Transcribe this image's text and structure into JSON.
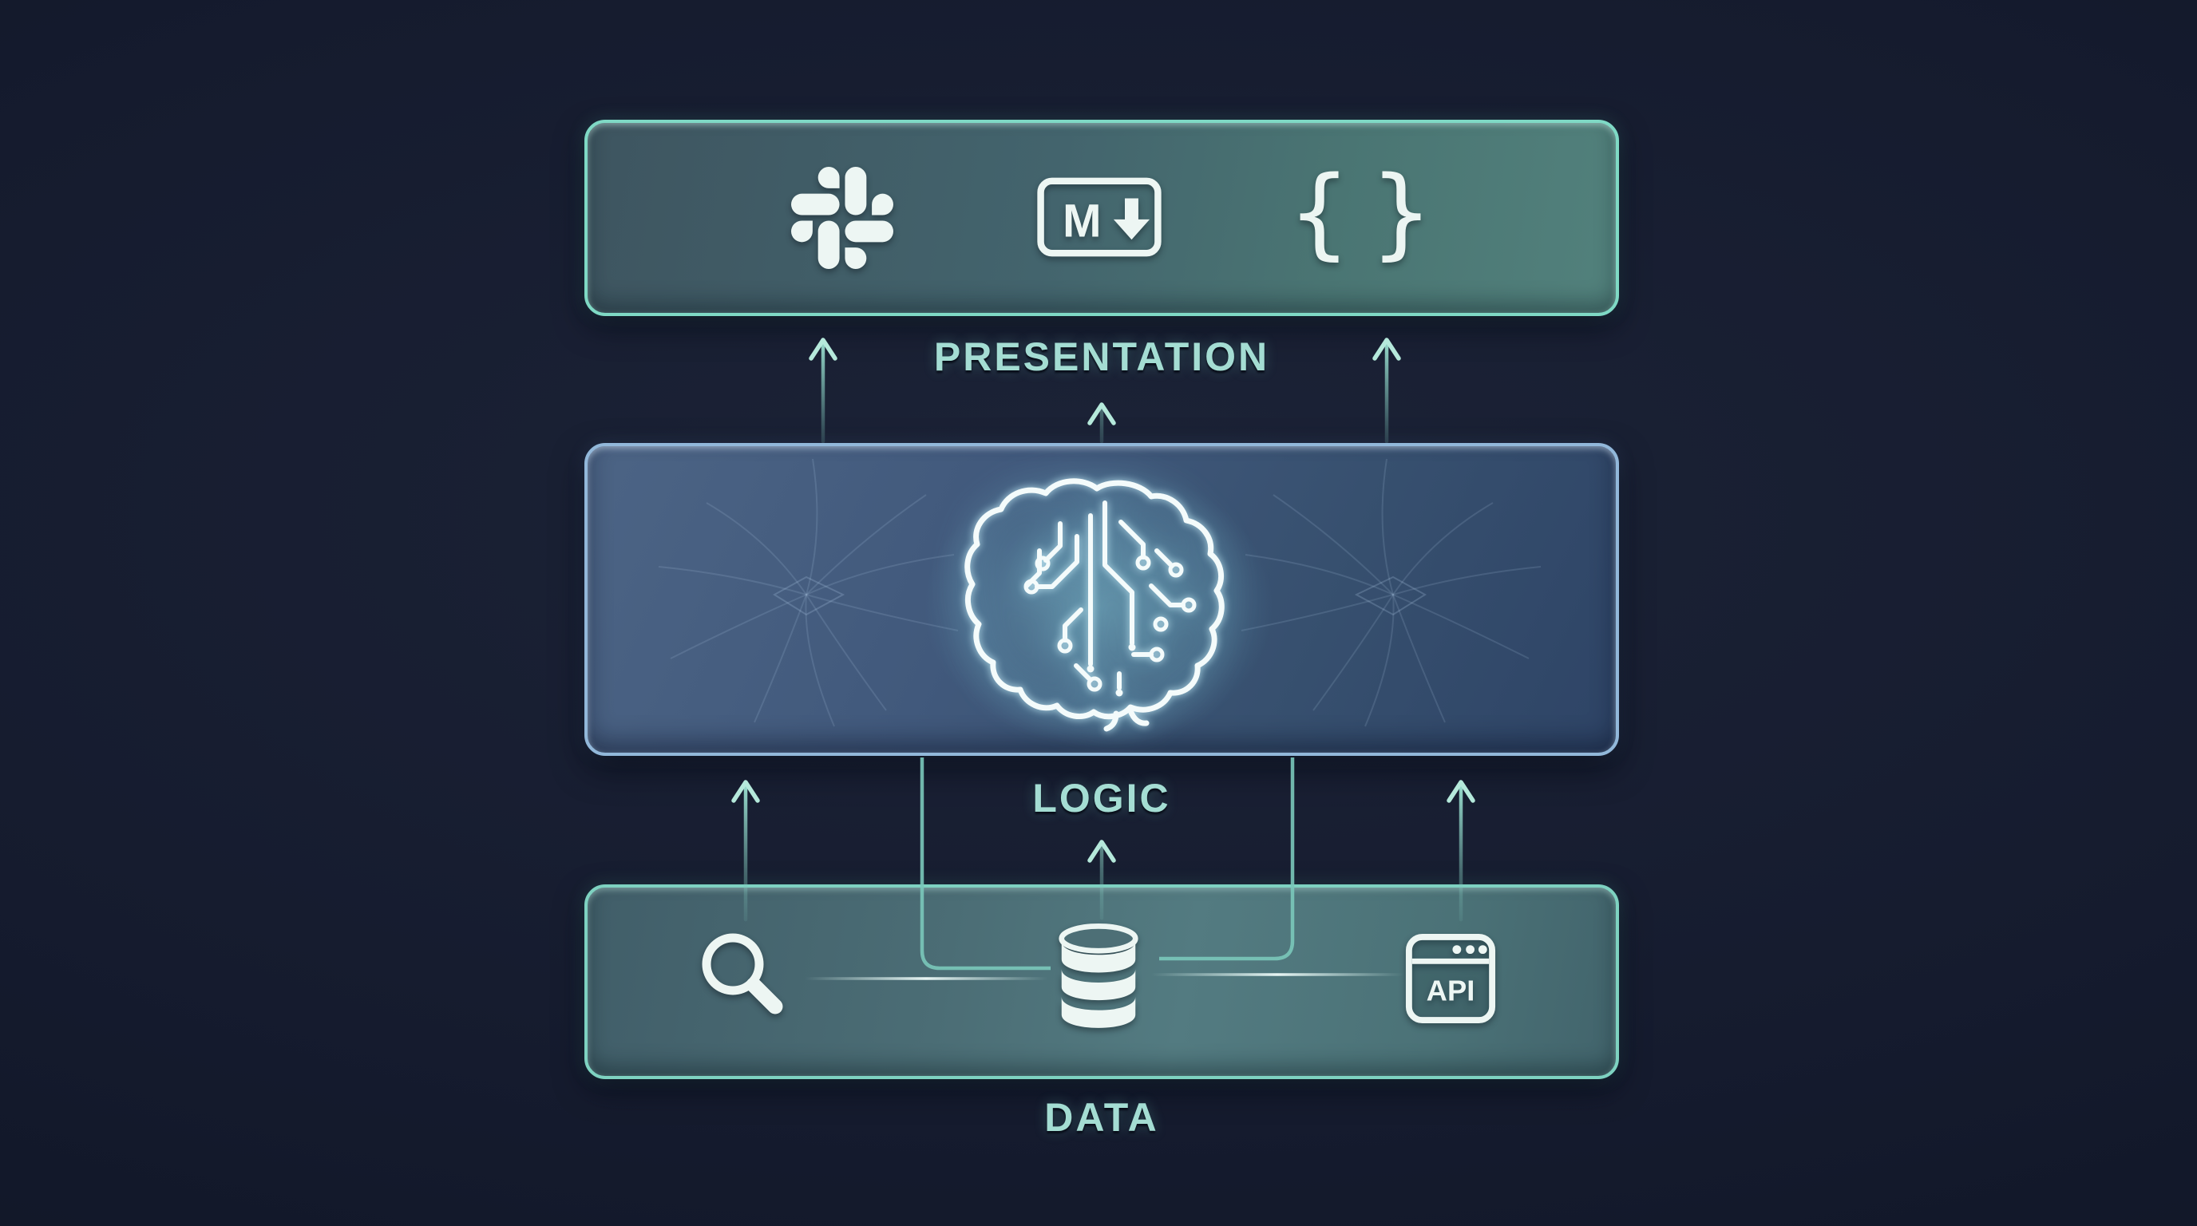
{
  "title": "Three-layer AI assistant architecture diagram",
  "colors": {
    "background": "#131a2c",
    "mint_accent": "#7fd9c5",
    "blue_accent": "#92b8da",
    "label_text": "#a4ddd3",
    "icon_white": "#edf6f3",
    "presentation_fill": "#47656c",
    "logic_fill": "#3c5474",
    "data_fill": "#4b6e76"
  },
  "layers": {
    "presentation": {
      "label": "PRESENTATION",
      "icons": [
        "slack-icon",
        "markdown-icon",
        "code-braces-icon"
      ]
    },
    "logic": {
      "label": "LOGIC",
      "icons": [
        "circuit-brain-icon"
      ]
    },
    "data": {
      "label": "DATA",
      "icons": [
        "search-icon",
        "database-icon",
        "api-icon"
      ]
    }
  },
  "glyphs": {
    "markdown_letter": "M",
    "brace_open": "{",
    "brace_close": "}",
    "api_label": "API"
  }
}
